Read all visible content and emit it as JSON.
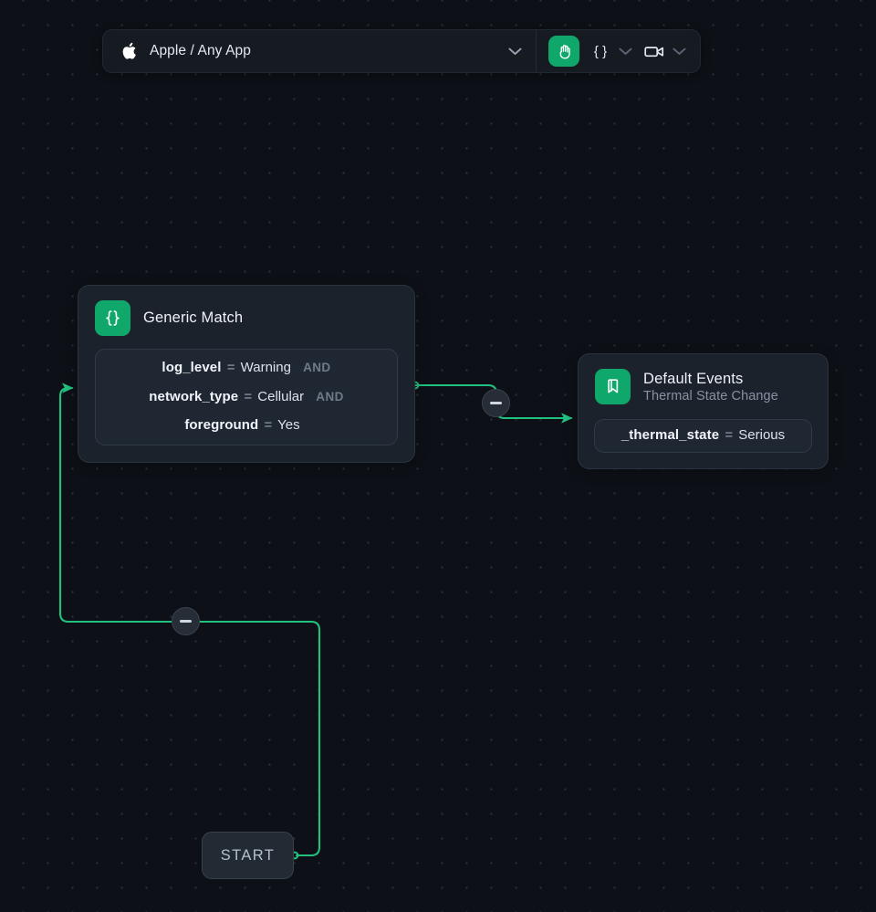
{
  "toolbar": {
    "app_icon": "apple-logo-icon",
    "app_label": "Apple / Any App",
    "app_chevron_icon": "chevron-down-icon",
    "pan_tool_icon": "hand-pan-icon",
    "pan_tool_label": "",
    "braces_tool_icon": "braces-icon",
    "braces_tool_label": "{ }",
    "braces_chevron_icon": "chevron-down-icon",
    "video_tool_icon": "video-camera-icon",
    "video_chevron_icon": "chevron-down-icon"
  },
  "canvas": {
    "accent_color": "#22c07e",
    "badge_color": "#10a86a",
    "background_color": "#0d1117",
    "node_color": "#1b222c"
  },
  "nodes": {
    "generic_match": {
      "badge_icon": "braces-icon",
      "badge_glyph": "{ }",
      "title": "Generic Match",
      "conditions": [
        {
          "key": "log_level",
          "op": "=",
          "value": "Warning",
          "join": "AND"
        },
        {
          "key": "network_type",
          "op": "=",
          "value": "Cellular",
          "join": "AND"
        },
        {
          "key": "foreground",
          "op": "=",
          "value": "Yes",
          "join": ""
        }
      ]
    },
    "default_events": {
      "badge_icon": "bookmark-icon",
      "title": "Default Events",
      "subtitle": "Thermal State Change",
      "conditions": [
        {
          "key": "_thermal_state",
          "op": "=",
          "value": "Serious",
          "join": ""
        }
      ]
    },
    "start": {
      "label": "START"
    }
  },
  "edge_buttons": {
    "to_default_events": {
      "icon": "minus-icon",
      "label": "—"
    },
    "start_to_generic_match": {
      "icon": "minus-icon",
      "label": "—"
    }
  }
}
